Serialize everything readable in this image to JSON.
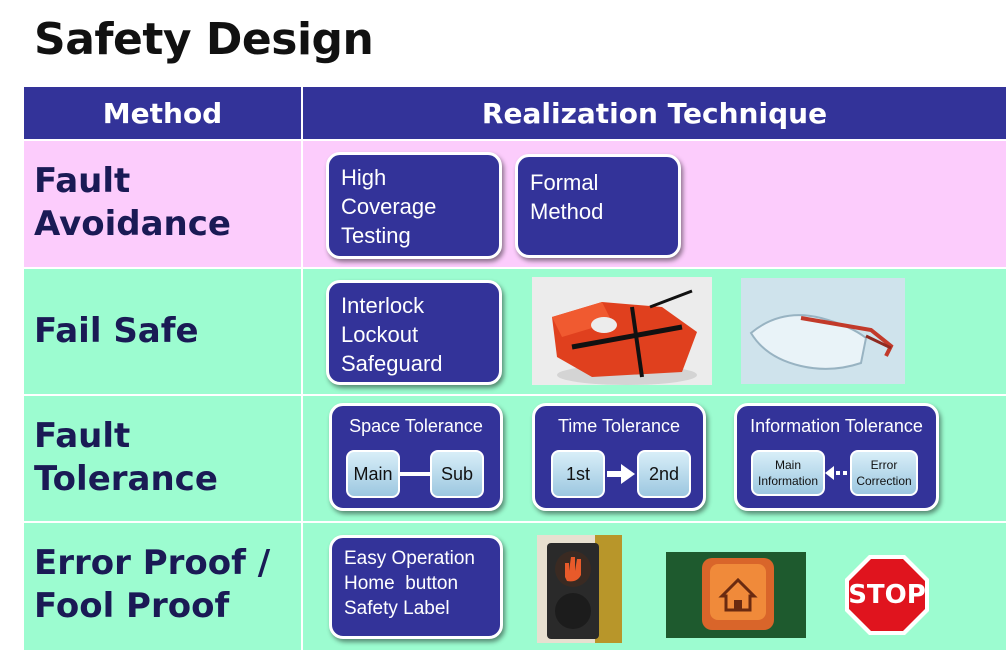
{
  "page": {
    "title": "Safety Design"
  },
  "header": {
    "method": "Method",
    "technique": "Realization Technique"
  },
  "rows": {
    "fault_avoidance": {
      "method": "Fault Avoidance",
      "method_line1": "Fault",
      "method_line2": "Avoidance",
      "box1": [
        "High",
        "Coverage",
        "Testing"
      ],
      "box2": [
        "Formal",
        "Method"
      ]
    },
    "fail_safe": {
      "method": "Fail Safe",
      "box1": [
        "Interlock",
        "Lockout",
        "Safeguard"
      ]
    },
    "fault_tolerance": {
      "method_line1": "Fault",
      "method_line2": "Tolerance",
      "space": {
        "title": "Space Tolerance",
        "a": "Main",
        "b": "Sub"
      },
      "time": {
        "title": "Time Tolerance",
        "a": "1st",
        "b": "2nd"
      },
      "info": {
        "title": "Information Tolerance",
        "a1": "Main",
        "a2": "Information",
        "b1": "Error",
        "b2": "Correction"
      }
    },
    "error_proof": {
      "method_line1": "Error Proof /",
      "method_line2": "Fool Proof",
      "box1": [
        "Easy Operation",
        "Home  button",
        "Safety Label"
      ],
      "stop_text": "STOP"
    }
  },
  "colors": {
    "header_bg": "#333399",
    "row_pink": "#fcccfc",
    "row_green": "#9cfcd0",
    "method_text": "#1a1a55"
  },
  "icons": [
    "life-vest-photo",
    "safety-glasses-photo",
    "pedestrian-signal-photo",
    "home-key-photo",
    "stop-sign-icon"
  ]
}
